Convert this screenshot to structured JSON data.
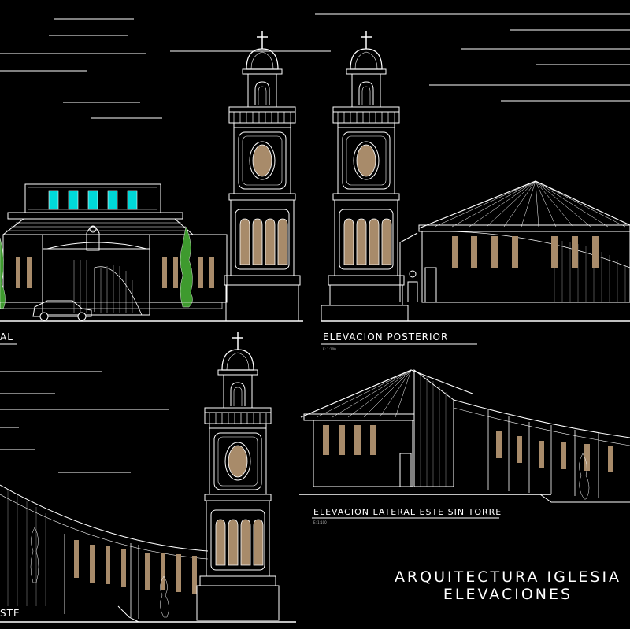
{
  "colors": {
    "background": "#000000",
    "line": "#ffffff",
    "window": "#a88b6a",
    "glass": "#00d8d8",
    "vegetation": "#3e9a2e"
  },
  "labels": {
    "frontal_fragment": "AL",
    "posterior": "ELEVACION POSTERIOR",
    "posterior_scale": "E: 1:100",
    "lateral_east": "ELEVACION LATERAL ESTE SIN TORRE",
    "lateral_east_scale": "E: 1:100",
    "lateral_fragment": "STE"
  },
  "title": {
    "line1": "ARQUITECTURA  IGLESIA",
    "line2": "ELEVACIONES"
  }
}
